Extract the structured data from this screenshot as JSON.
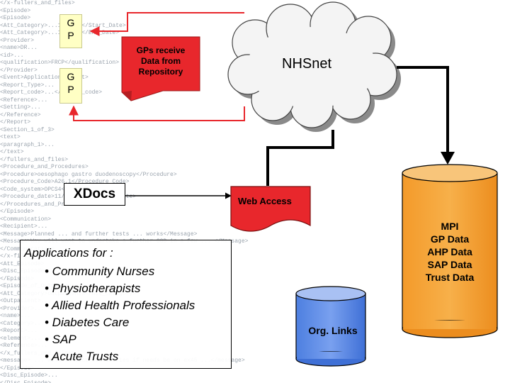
{
  "gp_boxes": [
    {
      "line1": "G",
      "line2": "P"
    },
    {
      "line1": "G",
      "line2": "P"
    }
  ],
  "note": {
    "lines": [
      "GPs receive",
      "Data from",
      "Repository"
    ]
  },
  "network": {
    "label": "NHSnet"
  },
  "xdocs": {
    "label": "XDocs"
  },
  "web_access": {
    "label": "Web Access"
  },
  "applications": {
    "title": "Applications for :",
    "items": [
      "• Community Nurses",
      "• Physiotherapists",
      "• Allied Health Professionals",
      "• Diabetes Care",
      "• SAP",
      "• Acute Trusts"
    ]
  },
  "repository": {
    "lines": [
      "MPI",
      "GP Data",
      "AHP Data",
      "SAP Data",
      "Trust Data"
    ]
  },
  "org_links": {
    "label": "Org. Links"
  },
  "colors": {
    "cloud": "#f4f4f4",
    "note": "#e8272c",
    "web_access": "#e8272c",
    "repository": "#f4a22e",
    "org_links": "#5b86e5",
    "gp_box": "#ffffc4"
  }
}
